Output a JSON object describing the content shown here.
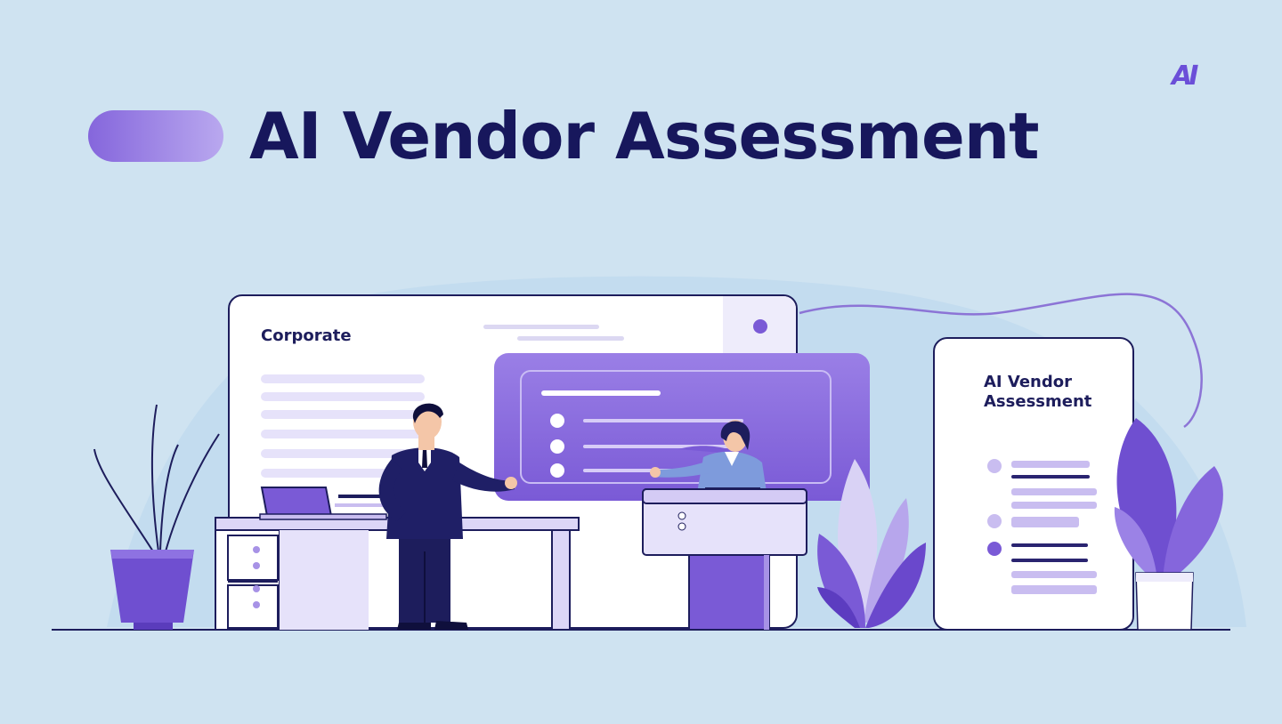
{
  "header": {
    "title": "AI Vendor Assessment",
    "logo_text": "AI",
    "accent_pill_color": "#8566dc"
  },
  "main_window": {
    "label": "Corporate"
  },
  "side_document": {
    "title_line1": "AI Vendor",
    "title_line2": "Assessment"
  },
  "colors": {
    "background": "#cfe3f1",
    "navy": "#1d1d5c",
    "purple": "#7a5ad6",
    "lavender": "#e6e2fa"
  },
  "icons": [
    "plant-icon",
    "desk-icon",
    "laptop-icon",
    "person-icon",
    "podium-icon",
    "leaf-icon"
  ]
}
